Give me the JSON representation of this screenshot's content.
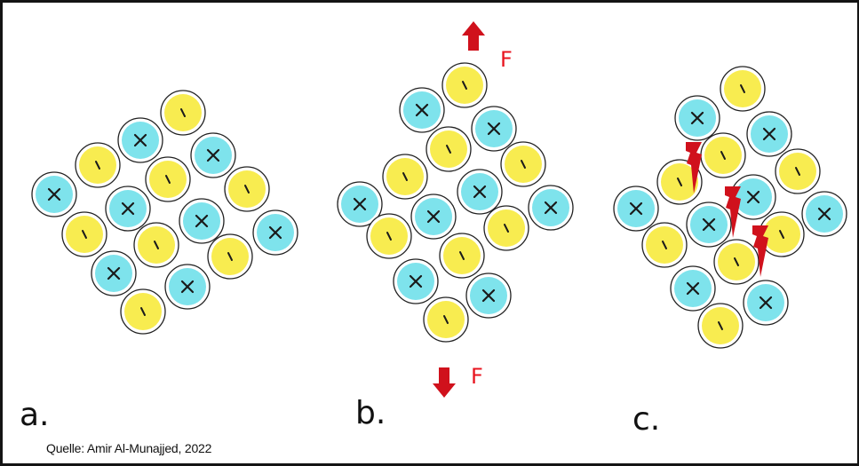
{
  "panels": [
    {
      "label": "a."
    },
    {
      "label": "b."
    },
    {
      "label": "c."
    }
  ],
  "force_label": "F",
  "source": "Quelle: Amir Al-Munajjed, 2022",
  "ion_symbols": {
    "positive": "+",
    "negative": "-"
  },
  "colors": {
    "positive_ion": "#7ee3ec",
    "negative_ion": "#f8ec50",
    "outline": "#222222",
    "arrow": "#d0111c",
    "frame": "#141414"
  },
  "icons": {
    "arrow_up": "arrow-up-icon",
    "arrow_down": "arrow-down-icon",
    "fracture": "lightning-bolt-icon"
  }
}
